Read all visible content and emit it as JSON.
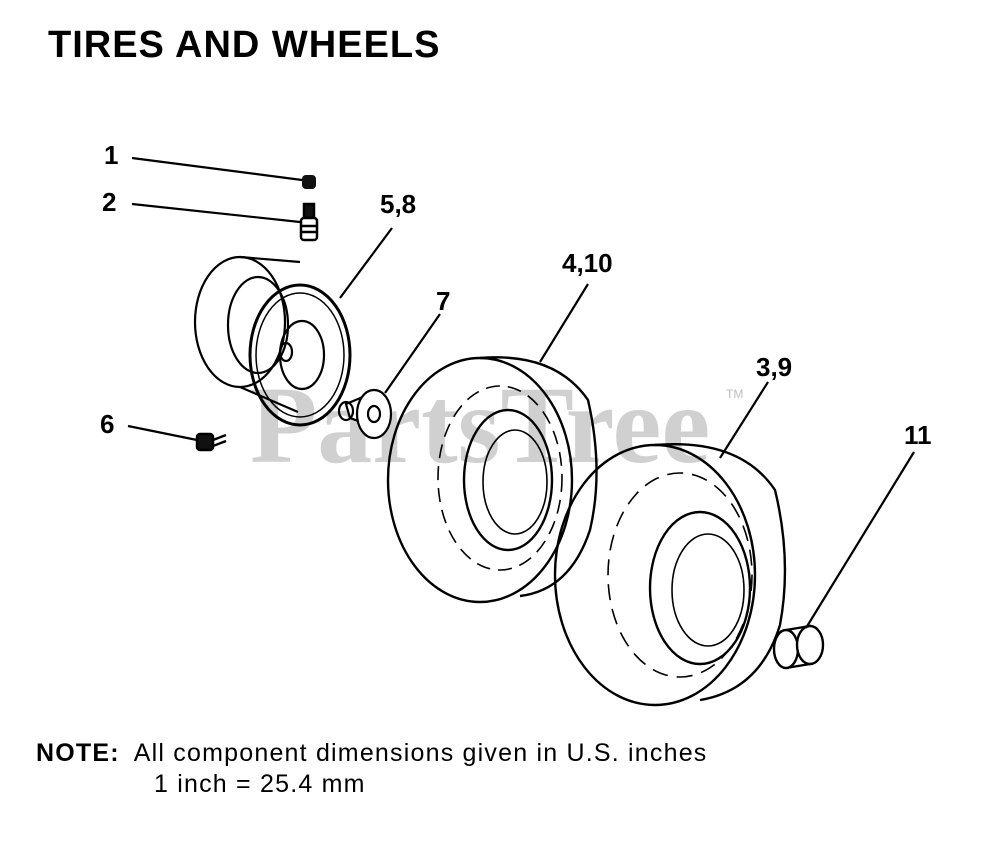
{
  "title": "TIRES AND WHEELS",
  "watermark": "PartsTree",
  "trademark": "TM",
  "callouts": {
    "c1": "1",
    "c2": "2",
    "c58": "5,8",
    "c7": "7",
    "c410": "4,10",
    "c39": "3,9",
    "c6": "6",
    "c11": "11"
  },
  "note": {
    "label": "NOTE:",
    "line1": "All component dimensions given in U.S. inches",
    "line2": "1 inch = 25.4 mm"
  }
}
